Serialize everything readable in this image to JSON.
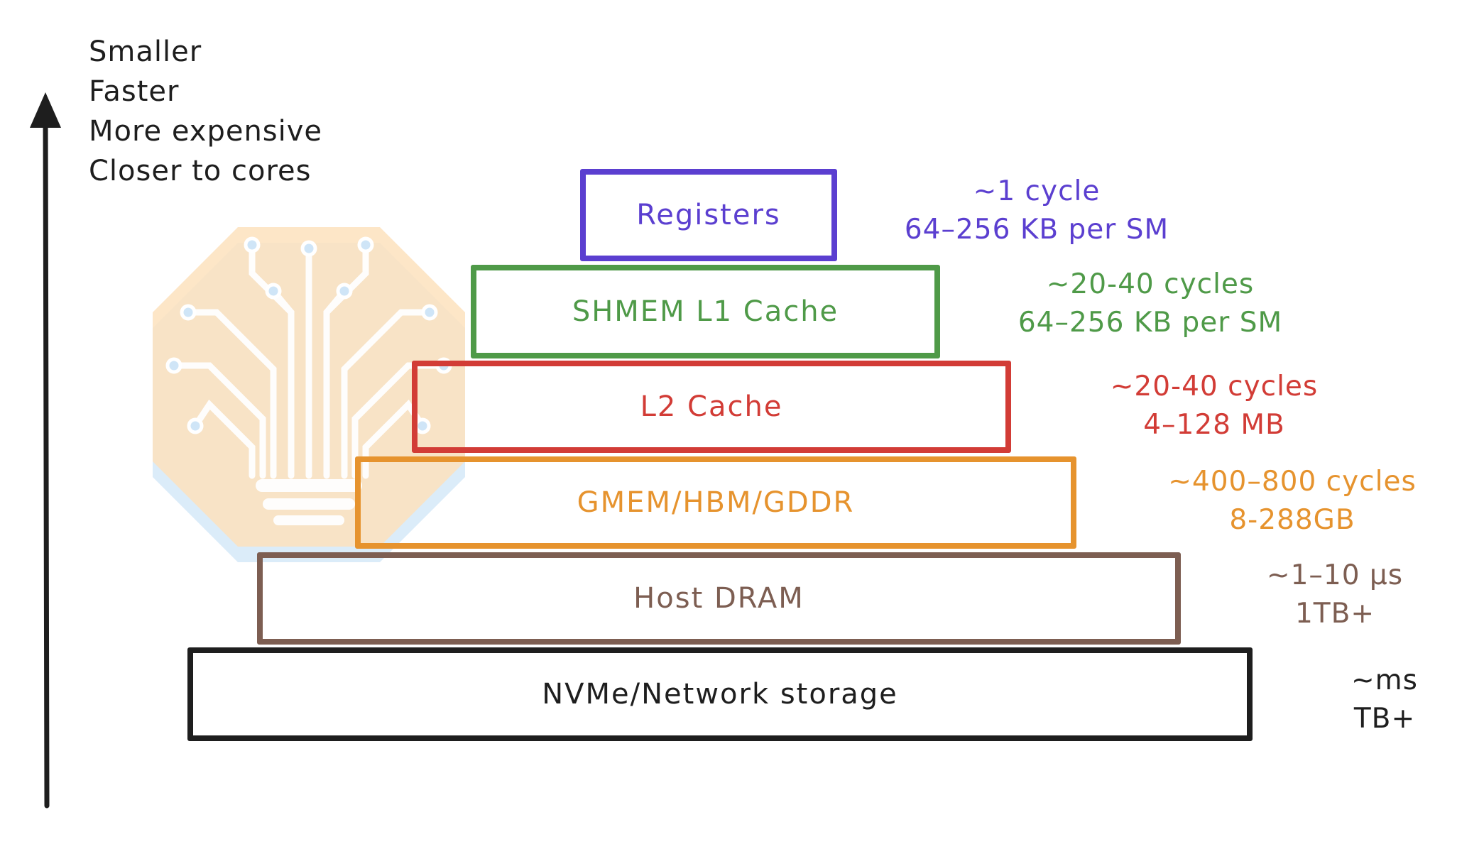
{
  "axis": {
    "lines": [
      "Smaller",
      "Faster",
      "More expensive",
      "Closer to cores"
    ]
  },
  "colors": {
    "registers": "#5b3fd0",
    "shmem": "#4f9a48",
    "l2": "#d23c36",
    "gmem": "#e6932e",
    "host": "#7d5e52",
    "nvme": "#1e1e1e",
    "axis": "#1e1e1e",
    "watermark_orange": "#fde2bd",
    "watermark_blue": "#cfe5f7"
  },
  "watermark_icon": "circuit-tree-lightbulb-icon",
  "tiers": [
    {
      "id": "registers",
      "label": "Registers",
      "latency": "~1 cycle",
      "capacity": "64–256 KB per SM"
    },
    {
      "id": "shmem",
      "label": "SHMEM L1 Cache",
      "latency": "~20-40 cycles",
      "capacity": "64–256 KB per SM"
    },
    {
      "id": "l2",
      "label": "L2 Cache",
      "latency": "~20-40 cycles",
      "capacity": "4–128 MB"
    },
    {
      "id": "gmem",
      "label": "GMEM/HBM/GDDR",
      "latency": "~400–800 cycles",
      "capacity": "8-288GB"
    },
    {
      "id": "host",
      "label": "Host DRAM",
      "latency": "~1–10 µs",
      "capacity": "1TB+"
    },
    {
      "id": "nvme",
      "label": "NVMe/Network storage",
      "latency": "~ms",
      "capacity": "TB+"
    }
  ]
}
